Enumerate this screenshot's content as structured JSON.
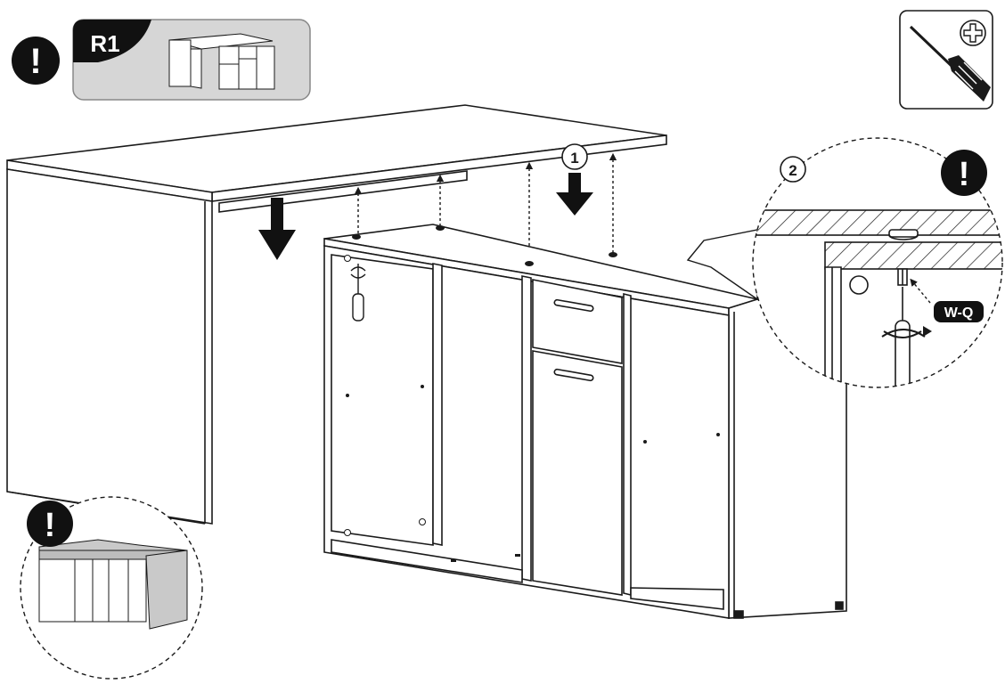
{
  "header": {
    "warning_symbol": "!",
    "variant_badge": "R1"
  },
  "tool": {
    "icon": "phillips-screwdriver-icon",
    "head_symbol": "phillips-cross-icon"
  },
  "steps": {
    "step1_number": "1",
    "step2_number": "2"
  },
  "detail": {
    "warning_symbol": "!",
    "part_code": "W-Q"
  },
  "inset": {
    "warning_symbol": "!"
  },
  "colors": {
    "line": "#1a1a1a",
    "panel_gray": "#d6d6d6",
    "shade_gray": "#bdbdbd",
    "badge_black": "#111111"
  }
}
